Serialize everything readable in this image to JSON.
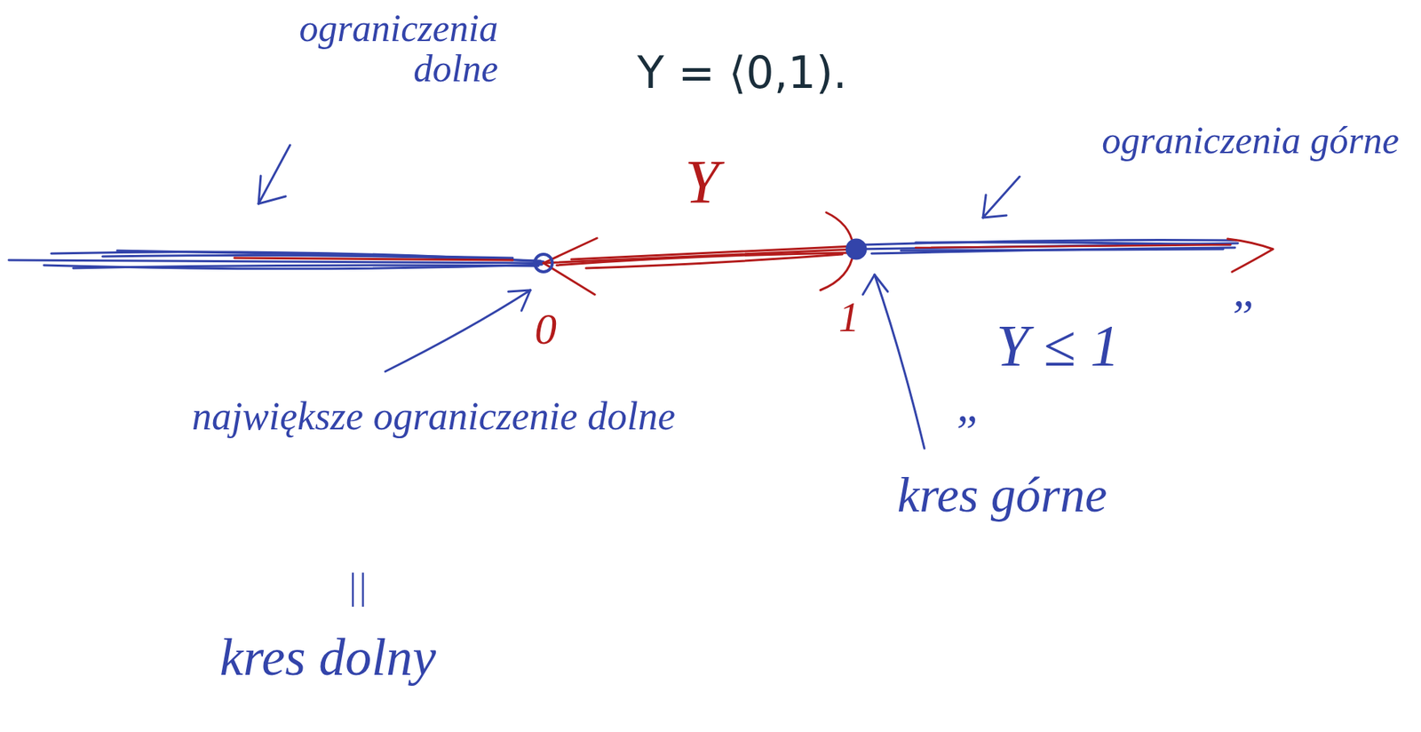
{
  "diagram": {
    "labels": [
      "Y = ⟨0,1).",
      "ograniczenia dolne",
      "Y",
      "ograniczenia górne",
      "0",
      "1",
      "największe ograniczenie dolne",
      "||",
      "kres dolny",
      "„",
      "Y ≤ 1",
      "”",
      "kres górne"
    ]
  }
}
